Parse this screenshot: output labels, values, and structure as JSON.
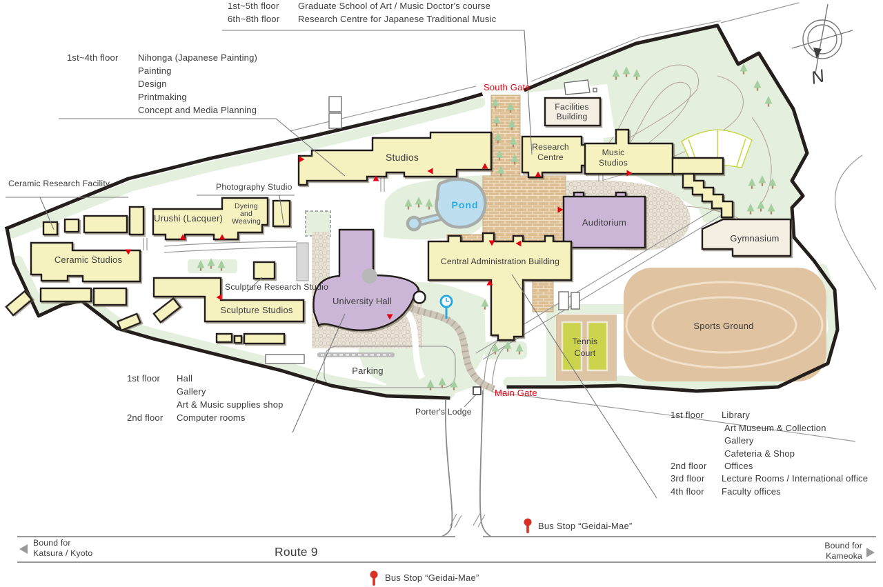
{
  "colors": {
    "building_cream": "#f6f2c0",
    "building_purple": "#ccb6d8",
    "building_offwhite": "#f4eee3",
    "green_area": "#e5efde",
    "pond_blue": "#bcdeee",
    "pond_label": "#29abe2",
    "brick_path": "#ddbe92",
    "cobblestone": "#e6e0d4",
    "sports_tan": "#e0c4a2",
    "tennis_court": "#ccd44e",
    "gate_red": "#e60012",
    "marker_red": "#e60012",
    "bus_stop_red": "#d93025",
    "boundary_black": "#241f1c",
    "road_gray": "#8a8a8a",
    "tree_green": "#a5cfa0"
  },
  "annotations": {
    "grad": {
      "floor1": "1st~5th floor",
      "text1": "Graduate School of Art / Music Doctor's course",
      "floor2": "6th~8th floor",
      "text2": "Research Centre for Japanese Traditional Music"
    },
    "nihonga": {
      "floor": "1st~4th floor",
      "item1": "Nihonga (Japanese Painting)",
      "item2": "Painting",
      "item3": "Design",
      "item4": "Printmaking",
      "item5": "Concept and Media Planning"
    },
    "hall": {
      "floor1": "1st floor",
      "item1": "Hall",
      "item2": "Gallery",
      "item3": "Art & Music supplies shop",
      "floor2": "2nd floor",
      "item4": "Computer rooms"
    },
    "admin": {
      "floor1": "1st floor",
      "item1": "Library",
      "item2": "Art Museum & Collection",
      "item3": "Gallery",
      "item4": "Cafeteria & Shop",
      "floor2": "2nd floor",
      "item5": "Offices",
      "floor3": "3rd floor",
      "item6": "Lecture Rooms / International office",
      "floor4": "4th floor",
      "item7": "Faculty offices"
    }
  },
  "labels": {
    "studios": "Studios",
    "research1": "Research",
    "research2": "Centre",
    "music1": "Music",
    "music2": "Studios",
    "facilities1": "Facilities",
    "facilities2": "Building",
    "auditorium": "Auditorium",
    "gymnasium": "Gymnasium",
    "admin": "Central Administration Building",
    "univhall": "University Hall",
    "ceramic": "Ceramic Studios",
    "ceramic_research": "Ceramic Research Facility",
    "urushi": "Urushi (Lacquer)",
    "dyeing1": "Dyeing",
    "dyeing2": "and",
    "dyeing3": "Weaving",
    "photo": "Photography Studio",
    "sculpt_research": "Sculpture Research Studio",
    "sculpt": "Sculpture Studios",
    "parking": "Parking",
    "pond": "Pond",
    "tennis1": "Tennis",
    "tennis2": "Court",
    "sports": "Sports Ground",
    "porter": "Porter's Lodge",
    "south_gate": "South Gate",
    "main_gate": "Main Gate",
    "route": "Route 9",
    "bound_left1": "Bound for",
    "bound_left2": "Katsura / Kyoto",
    "bound_right1": "Bound for",
    "bound_right2": "Kameoka",
    "bus": "Bus Stop “Geidai-Mae”",
    "north": "N"
  }
}
